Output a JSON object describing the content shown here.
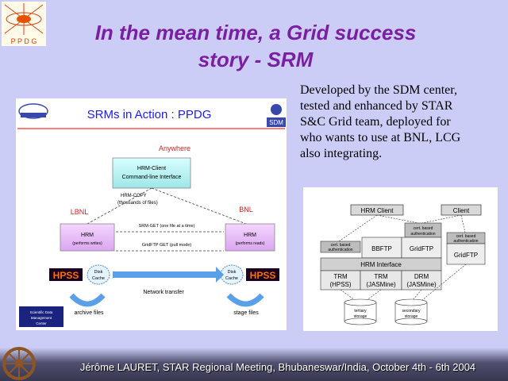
{
  "logo": {
    "text": "P P D G"
  },
  "title": {
    "line1": "In the mean time, a Grid success",
    "line2": "story - SRM"
  },
  "description": [
    "Developed by the SDM center,",
    "tested and enhanced by STAR",
    "S&C Grid team, deployed for",
    "who wants to use at BNL, LCG",
    "also integrating."
  ],
  "left_diagram": {
    "title": "SRMs in Action : PPDG",
    "sdm_label": "SDM",
    "anywhere": "Anywhere",
    "client_box": [
      "HRM-Client",
      "Command-line Interface"
    ],
    "get_list": [
      "HRM-COPY",
      "(thousands of files)"
    ],
    "lbnl": "LBNL",
    "bnl": "BNL",
    "hrm_left": [
      "HRM",
      "(performs writes)"
    ],
    "hrm_right": [
      "HRM",
      "(performs reads)"
    ],
    "get_one": "SRM-GET (one file at a time)",
    "gridftp_get": "GridFTP GET (pull mode)",
    "hpss": "HPSS",
    "disk_cache": [
      "Disk",
      "Cache"
    ],
    "network_transfer": "Network transfer",
    "archive_files": "archive files",
    "stage_files": "stage files",
    "footer_logo": [
      "Scientific Data",
      "Management",
      "Center"
    ]
  },
  "right_diagram": {
    "hrm_client": "HRM Client",
    "client": "Client",
    "cert_auth": [
      "cert. based",
      "authentication"
    ],
    "bbftp": "BBFTP",
    "gridftp": "GridFTP",
    "hrm_interface": "HRM Interface",
    "trm": [
      "TRM",
      "(HPSS)"
    ],
    "trm2": [
      "TRM",
      "(JASMine)"
    ],
    "drm": [
      "DRM",
      "(JASMine)"
    ],
    "tertiary": [
      "tertiary",
      "storage"
    ],
    "secondary": [
      "secondary",
      "storage"
    ]
  },
  "footer": "Jérôme LAURET, STAR Regional Meeting, Bhubaneswar/India, October 4th - 6th 2004"
}
